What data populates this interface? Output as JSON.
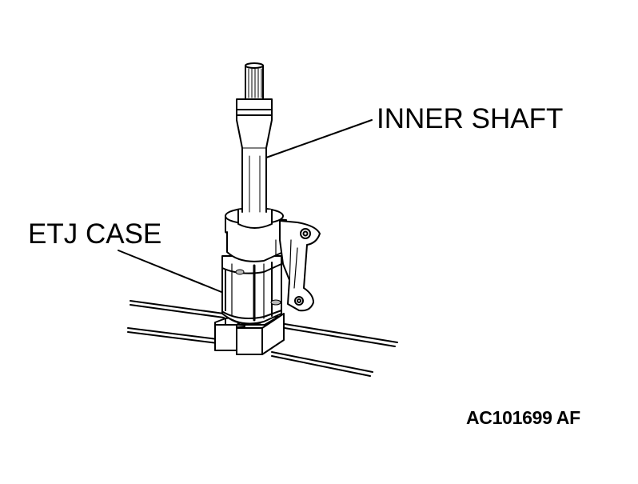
{
  "labels": {
    "inner_shaft": "INNER SHAFT",
    "etj_case": "ETJ CASE",
    "figure_code": "AC101699 AF"
  },
  "colors": {
    "ink": "#000000",
    "paper": "#ffffff",
    "shade": "#b8b8b8"
  }
}
